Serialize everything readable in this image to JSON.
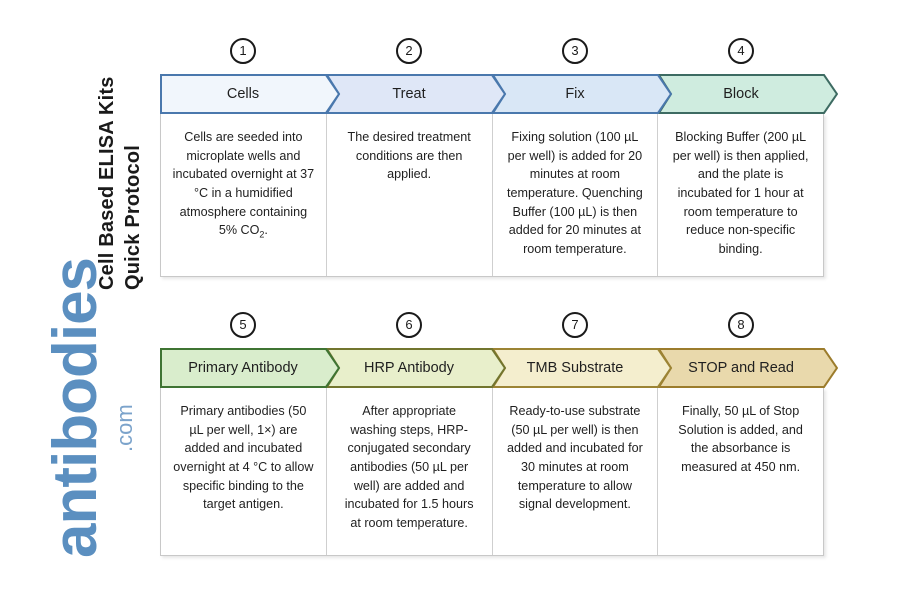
{
  "title": {
    "line1": "Cell Based ELISA Kits",
    "line2": "Quick Protocol"
  },
  "logo": {
    "word": "antibodies",
    "tld": ".com",
    "color": "#5b8fc0"
  },
  "rows": [
    {
      "id": "row-1",
      "steps": [
        {
          "number": "1",
          "label": "Cells",
          "fill": "#f1f6fc",
          "stroke": "#4a78ad",
          "body": "Cells are seeded into microplate wells and incubated overnight at 37 °C in a humidified atmosphere containing 5% CO₂."
        },
        {
          "number": "2",
          "label": "Treat",
          "fill": "#dfe7f7",
          "stroke": "#4a78ad",
          "body": "The desired treatment conditions are then applied."
        },
        {
          "number": "3",
          "label": "Fix",
          "fill": "#d9e7f6",
          "stroke": "#4a78ad",
          "body": "Fixing solution (100 µL per well) is added for 20 minutes at room temperature. Quenching Buffer (100 µL) is then added for 20 minutes at room temperature."
        },
        {
          "number": "4",
          "label": "Block",
          "fill": "#cfecdf",
          "stroke": "#3d6b62",
          "body": "Blocking Buffer (200 µL per well) is then applied, and the plate is incubated for 1 hour at room temperature to reduce non-specific binding."
        }
      ]
    },
    {
      "id": "row-2",
      "steps": [
        {
          "number": "5",
          "label": "Primary Antibody",
          "fill": "#d9edcc",
          "stroke": "#3f7433",
          "body": "Primary antibodies (50 µL per well, 1×) are added and incubated overnight at 4 °C to allow specific binding to the target antigen."
        },
        {
          "number": "6",
          "label": "HRP Antibody",
          "fill": "#e8efcb",
          "stroke": "#72752e",
          "body": "After appropriate washing steps, HRP-conjugated secondary antibodies (50 µL per well) are added and incubated for 1.5 hours at room temperature."
        },
        {
          "number": "7",
          "label": "TMB Substrate",
          "fill": "#f4eece",
          "stroke": "#9c8434",
          "body": "Ready-to-use substrate (50 µL per well) is then added and incubated for 30 minutes at room temperature to allow signal development."
        },
        {
          "number": "8",
          "label": "STOP and Read",
          "fill": "#e9d9ac",
          "stroke": "#9c7c2c",
          "body": "Finally, 50 µL of Stop Solution is added, and the absorbance is measured at 450 nm."
        }
      ]
    }
  ]
}
